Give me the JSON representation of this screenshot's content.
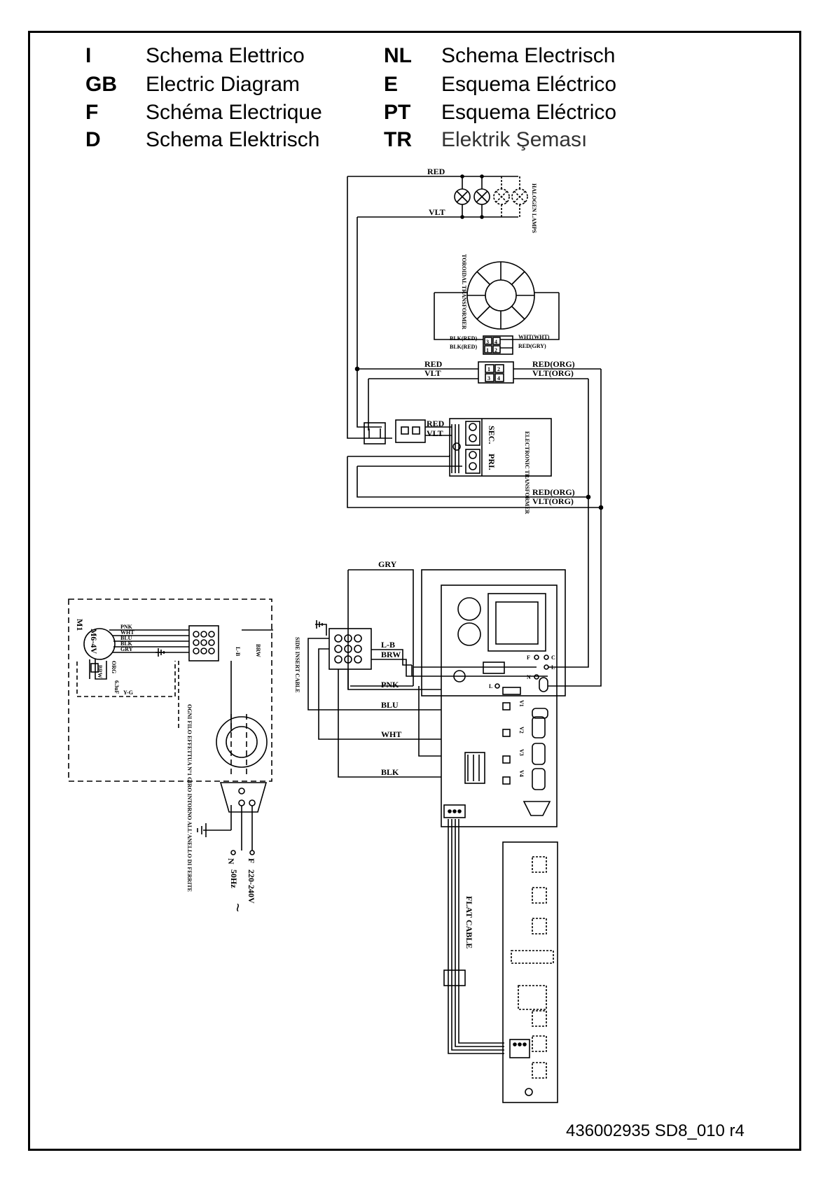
{
  "legend": [
    {
      "code": "I",
      "text": "Schema Elettrico"
    },
    {
      "code": "GB",
      "text": "Electric Diagram"
    },
    {
      "code": "F",
      "text": "Schéma Electrique"
    },
    {
      "code": "D",
      "text": "Schema Elektrisch"
    },
    {
      "code": "NL",
      "text": "Schema Electrisch"
    },
    {
      "code": "E",
      "text": "Esquema Eléctrico"
    },
    {
      "code": "PT",
      "text": "Esquema Eléctrico"
    },
    {
      "code": "TR",
      "text": "Elektrik Şeması"
    }
  ],
  "labels": {
    "red": "RED",
    "vlt": "VLT",
    "halogen_lamps": "HALOGEN LAMPS",
    "toroidal_transformer": "TOROIDAL TRANSFORMER",
    "blk_red": "BLK(RED)",
    "wht_wht": "WHT(WHT)",
    "red_gry": "RED(GRY)",
    "red_org": "RED(ORG)",
    "vlt_org": "VLT(ORG)",
    "electronic_transformer": "ELECTRONIC TRANSFORMER",
    "sec": "SEC.",
    "pri": "PRI.",
    "gry": "GRY",
    "l_b": "L-B",
    "brw": "BRW",
    "pnk": "PNK",
    "blu": "BLU",
    "wht": "WHT",
    "blk": "BLK",
    "side_insert_cable": "SIDE INSERT CABLE",
    "motor": "M1",
    "motor_type": "M6-4V",
    "capacitor": "6.3uF",
    "y_g": "Y-G",
    "org": "ORG",
    "ferrite_note": "OGNI FILO EFFETTUA N°1 GIRO INTORNO ALL'ANELLO DI FERRITE",
    "flat_cable": "FLAT CABLE",
    "supply_n": "N",
    "supply_f": "F",
    "supply_v": "220-240V",
    "supply_hz": "50Hz",
    "supply_ac": "~",
    "v1": "V1",
    "v2": "V2",
    "v3": "V3",
    "v4": "V4",
    "term_f": "F",
    "term_n": "N",
    "term_c": "C",
    "term_l": "L",
    "term_l2": "L"
  },
  "document_id": "436002935 SD8_010 r4"
}
